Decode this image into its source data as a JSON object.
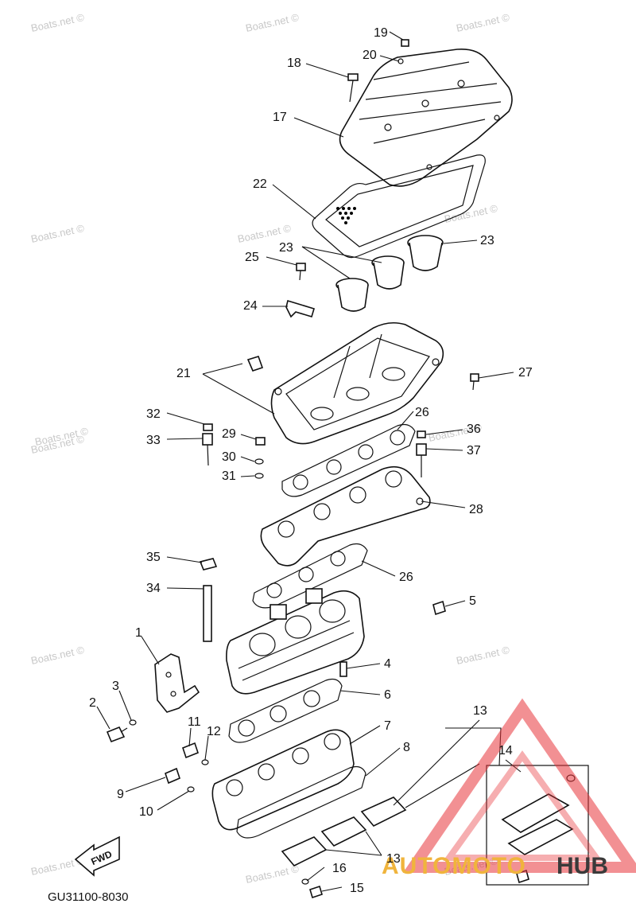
{
  "diagram": {
    "code": "GU31100-8030",
    "fwd_label": "FWD",
    "watermark_text": "Boats.net ©",
    "watermark_count": 14,
    "logo": {
      "text_a": "AUTOMOTO",
      "text_b": "HUB",
      "accent": "#e8353a",
      "dark": "#3a3a3a",
      "gold": "#f0b43c"
    },
    "callouts": [
      {
        "id": "c1",
        "text": "1"
      },
      {
        "id": "c2",
        "text": "2"
      },
      {
        "id": "c3",
        "text": "3"
      },
      {
        "id": "c4",
        "text": "4"
      },
      {
        "id": "c5",
        "text": "5"
      },
      {
        "id": "c6",
        "text": "6"
      },
      {
        "id": "c7",
        "text": "7"
      },
      {
        "id": "c8",
        "text": "8"
      },
      {
        "id": "c9",
        "text": "9"
      },
      {
        "id": "c10",
        "text": "10"
      },
      {
        "id": "c11",
        "text": "11"
      },
      {
        "id": "c12",
        "text": "12"
      },
      {
        "id": "c13a",
        "text": "13"
      },
      {
        "id": "c13b",
        "text": "13"
      },
      {
        "id": "c14",
        "text": "14"
      },
      {
        "id": "c15",
        "text": "15"
      },
      {
        "id": "c16",
        "text": "16"
      },
      {
        "id": "c17",
        "text": "17"
      },
      {
        "id": "c18",
        "text": "18"
      },
      {
        "id": "c19",
        "text": "19"
      },
      {
        "id": "c20",
        "text": "20"
      },
      {
        "id": "c21",
        "text": "21"
      },
      {
        "id": "c22",
        "text": "22"
      },
      {
        "id": "c23a",
        "text": "23"
      },
      {
        "id": "c23b",
        "text": "23"
      },
      {
        "id": "c24",
        "text": "24"
      },
      {
        "id": "c25",
        "text": "25"
      },
      {
        "id": "c26a",
        "text": "26"
      },
      {
        "id": "c26b",
        "text": "26"
      },
      {
        "id": "c27",
        "text": "27"
      },
      {
        "id": "c28",
        "text": "28"
      },
      {
        "id": "c29",
        "text": "29"
      },
      {
        "id": "c30",
        "text": "30"
      },
      {
        "id": "c31",
        "text": "31"
      },
      {
        "id": "c32",
        "text": "32"
      },
      {
        "id": "c33",
        "text": "33"
      },
      {
        "id": "c34",
        "text": "34"
      },
      {
        "id": "c35",
        "text": "35"
      },
      {
        "id": "c36",
        "text": "36"
      },
      {
        "id": "c37",
        "text": "37"
      }
    ]
  }
}
